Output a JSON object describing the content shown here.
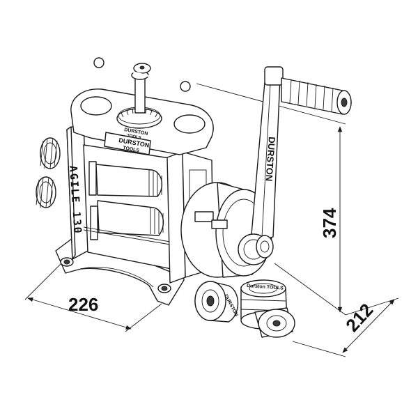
{
  "drawing": {
    "model_label": "AGILE 130",
    "brand_handle": "DURSTON",
    "brand_plate_line1": "DURSTON",
    "brand_plate_line2": "TOOLS",
    "brand_top_line1": "DURSTON",
    "brand_top_line2": "TOOLS",
    "brand_roller_1": "DURSTON",
    "brand_roller_2": "Durston TOOLS"
  },
  "dimensions": {
    "width": "226",
    "height": "374",
    "depth": "212"
  }
}
